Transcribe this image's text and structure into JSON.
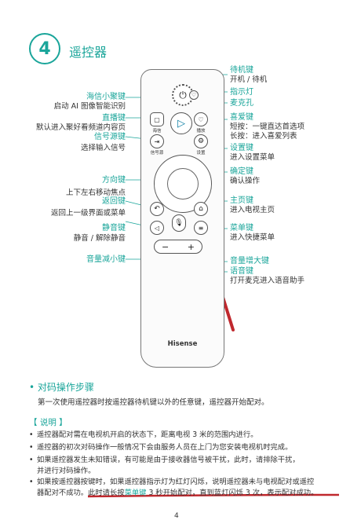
{
  "chapter": {
    "number": "4",
    "title": "遥控器"
  },
  "remote": {
    "buttons": {
      "netflix_label": "海信",
      "play_label": "播放",
      "source_label": "信号源",
      "settings_label": "设置"
    },
    "brand": "Hisense"
  },
  "callouts": {
    "power": {
      "title": "待机键",
      "desc": "开机 / 待机"
    },
    "indicator": {
      "title": "指示灯"
    },
    "mic_hole": {
      "title": "麦克孔"
    },
    "favorite": {
      "title": "喜爱键",
      "desc1": "短按：一键直达首选项",
      "desc2": "长按：进入喜爱列表"
    },
    "settings": {
      "title": "设置键",
      "desc": "进入设置菜单"
    },
    "ok": {
      "title": "确定键",
      "desc": "确认操作"
    },
    "home": {
      "title": "主页键",
      "desc": "进入电视主页"
    },
    "menu": {
      "title": "菜单键",
      "desc": "进入快捷菜单"
    },
    "vol_up": {
      "title": "音量增大键"
    },
    "voice": {
      "title": "语音键",
      "desc": "打开麦克进入语音助手"
    },
    "ai": {
      "title": "海信小聚键",
      "desc": "启动 AI 图像智能识别"
    },
    "live": {
      "title": "直播键",
      "desc": "默认进入聚好看频道内容页"
    },
    "source": {
      "title": "信号源键",
      "desc": "选择输入信号"
    },
    "direction": {
      "title": "方向键",
      "desc": "上下左右移动焦点"
    },
    "back": {
      "title": "返回键",
      "desc": "返回上一级界面或菜单"
    },
    "mute": {
      "title": "静音键",
      "desc": "静音 / 解除静音"
    },
    "vol_down": {
      "title": "音量减小键"
    }
  },
  "pairing": {
    "title": "• 对码操作步骤",
    "body": "第一次使用遥控器时按遥控器待机键以外的任意键，遥控器开始配对。"
  },
  "notes": {
    "title": "【 说明 】",
    "items": [
      "遥控器配对需在电视机开启的状态下，距离电视 3 米的范围内进行。",
      "遥控器的初次对码操作一般情况下会由服务人员在上门为您安装电视机时完成。",
      "如果遥控器发生未知错误，有可能是由于接收器信号被干扰，此时，请排除干扰，",
      "并进行对码操作。",
      "如果按遥控器按键时，如果遥控器指示灯为红灯闪烁，说明遥控器未与电视配对或遥控",
      "器配对不成功。此时请长按",
      "菜单键",
      " 3 秒开始配对，直到蓝灯闪烁 3 次，表示配对成功。"
    ]
  },
  "page_number": "4",
  "colors": {
    "accent": "#1aa59a",
    "arrow": "#c0282d"
  }
}
